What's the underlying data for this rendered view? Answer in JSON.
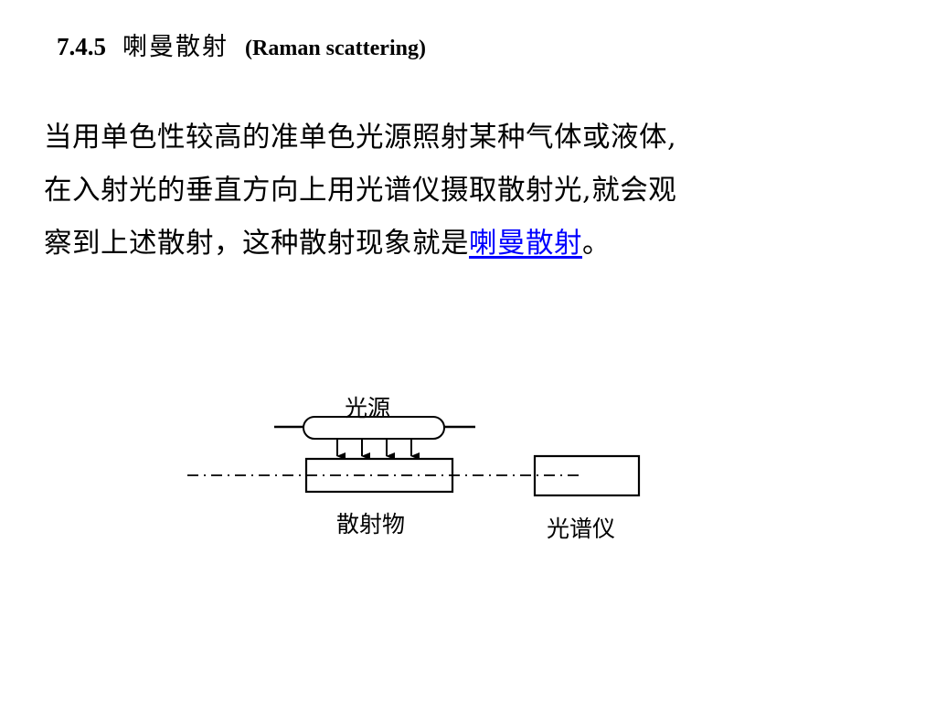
{
  "slide": {
    "title": {
      "number": "7.4.5",
      "chinese": "喇曼散射",
      "english": "(Raman scattering)"
    },
    "paragraph": {
      "line1": "当用单色性较高的准单色光源照射某种气体或液体,",
      "line2": "在入射光的垂直方向上用光谱仪摄取散射光,就会观",
      "line3_before": "察到上述散射，这种散射现象就是",
      "line3_term": "喇曼散射",
      "line3_after": "。"
    },
    "diagram": {
      "light_source_label": "光源",
      "scatterer_label": "散射物",
      "spectrometer_label": "光谱仪"
    }
  }
}
